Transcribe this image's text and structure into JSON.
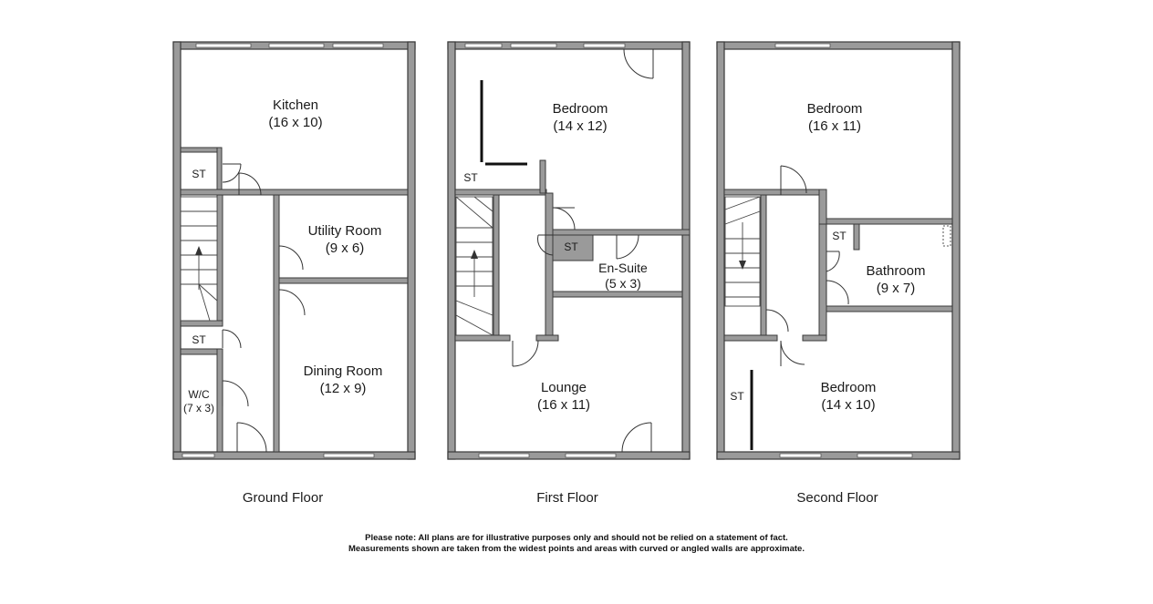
{
  "floors": {
    "ground": {
      "title": "Ground Floor",
      "rooms": {
        "kitchen": {
          "name": "Kitchen",
          "size": "(16 x 10)"
        },
        "utility": {
          "name": "Utility Room",
          "size": "(9 x 6)"
        },
        "dining": {
          "name": "Dining Room",
          "size": "(12 x 9)"
        },
        "wc": {
          "name": "W/C",
          "size": "(7 x 3)"
        },
        "store1": {
          "name": "ST"
        },
        "store2": {
          "name": "ST"
        }
      }
    },
    "first": {
      "title": "First Floor",
      "rooms": {
        "bedroom": {
          "name": "Bedroom",
          "size": "(14 x 12)"
        },
        "ensuite": {
          "name": "En-Suite",
          "size": "(5 x 3)"
        },
        "lounge": {
          "name": "Lounge",
          "size": "(16 x 11)"
        },
        "store1": {
          "name": "ST"
        },
        "store2": {
          "name": "ST"
        }
      }
    },
    "second": {
      "title": "Second Floor",
      "rooms": {
        "bedroom1": {
          "name": "Bedroom",
          "size": "(16 x 11)"
        },
        "bathroom": {
          "name": "Bathroom",
          "size": "(9 x 7)"
        },
        "bedroom2": {
          "name": "Bedroom",
          "size": "(14 x 10)"
        },
        "store1": {
          "name": "ST"
        },
        "store2": {
          "name": "ST"
        }
      }
    }
  },
  "note": "Please note: All plans are for illustrative purposes only and should not be relied on a statement of fact. Measurements shown are taken from the widest points and areas with curved or angled walls are approximate."
}
